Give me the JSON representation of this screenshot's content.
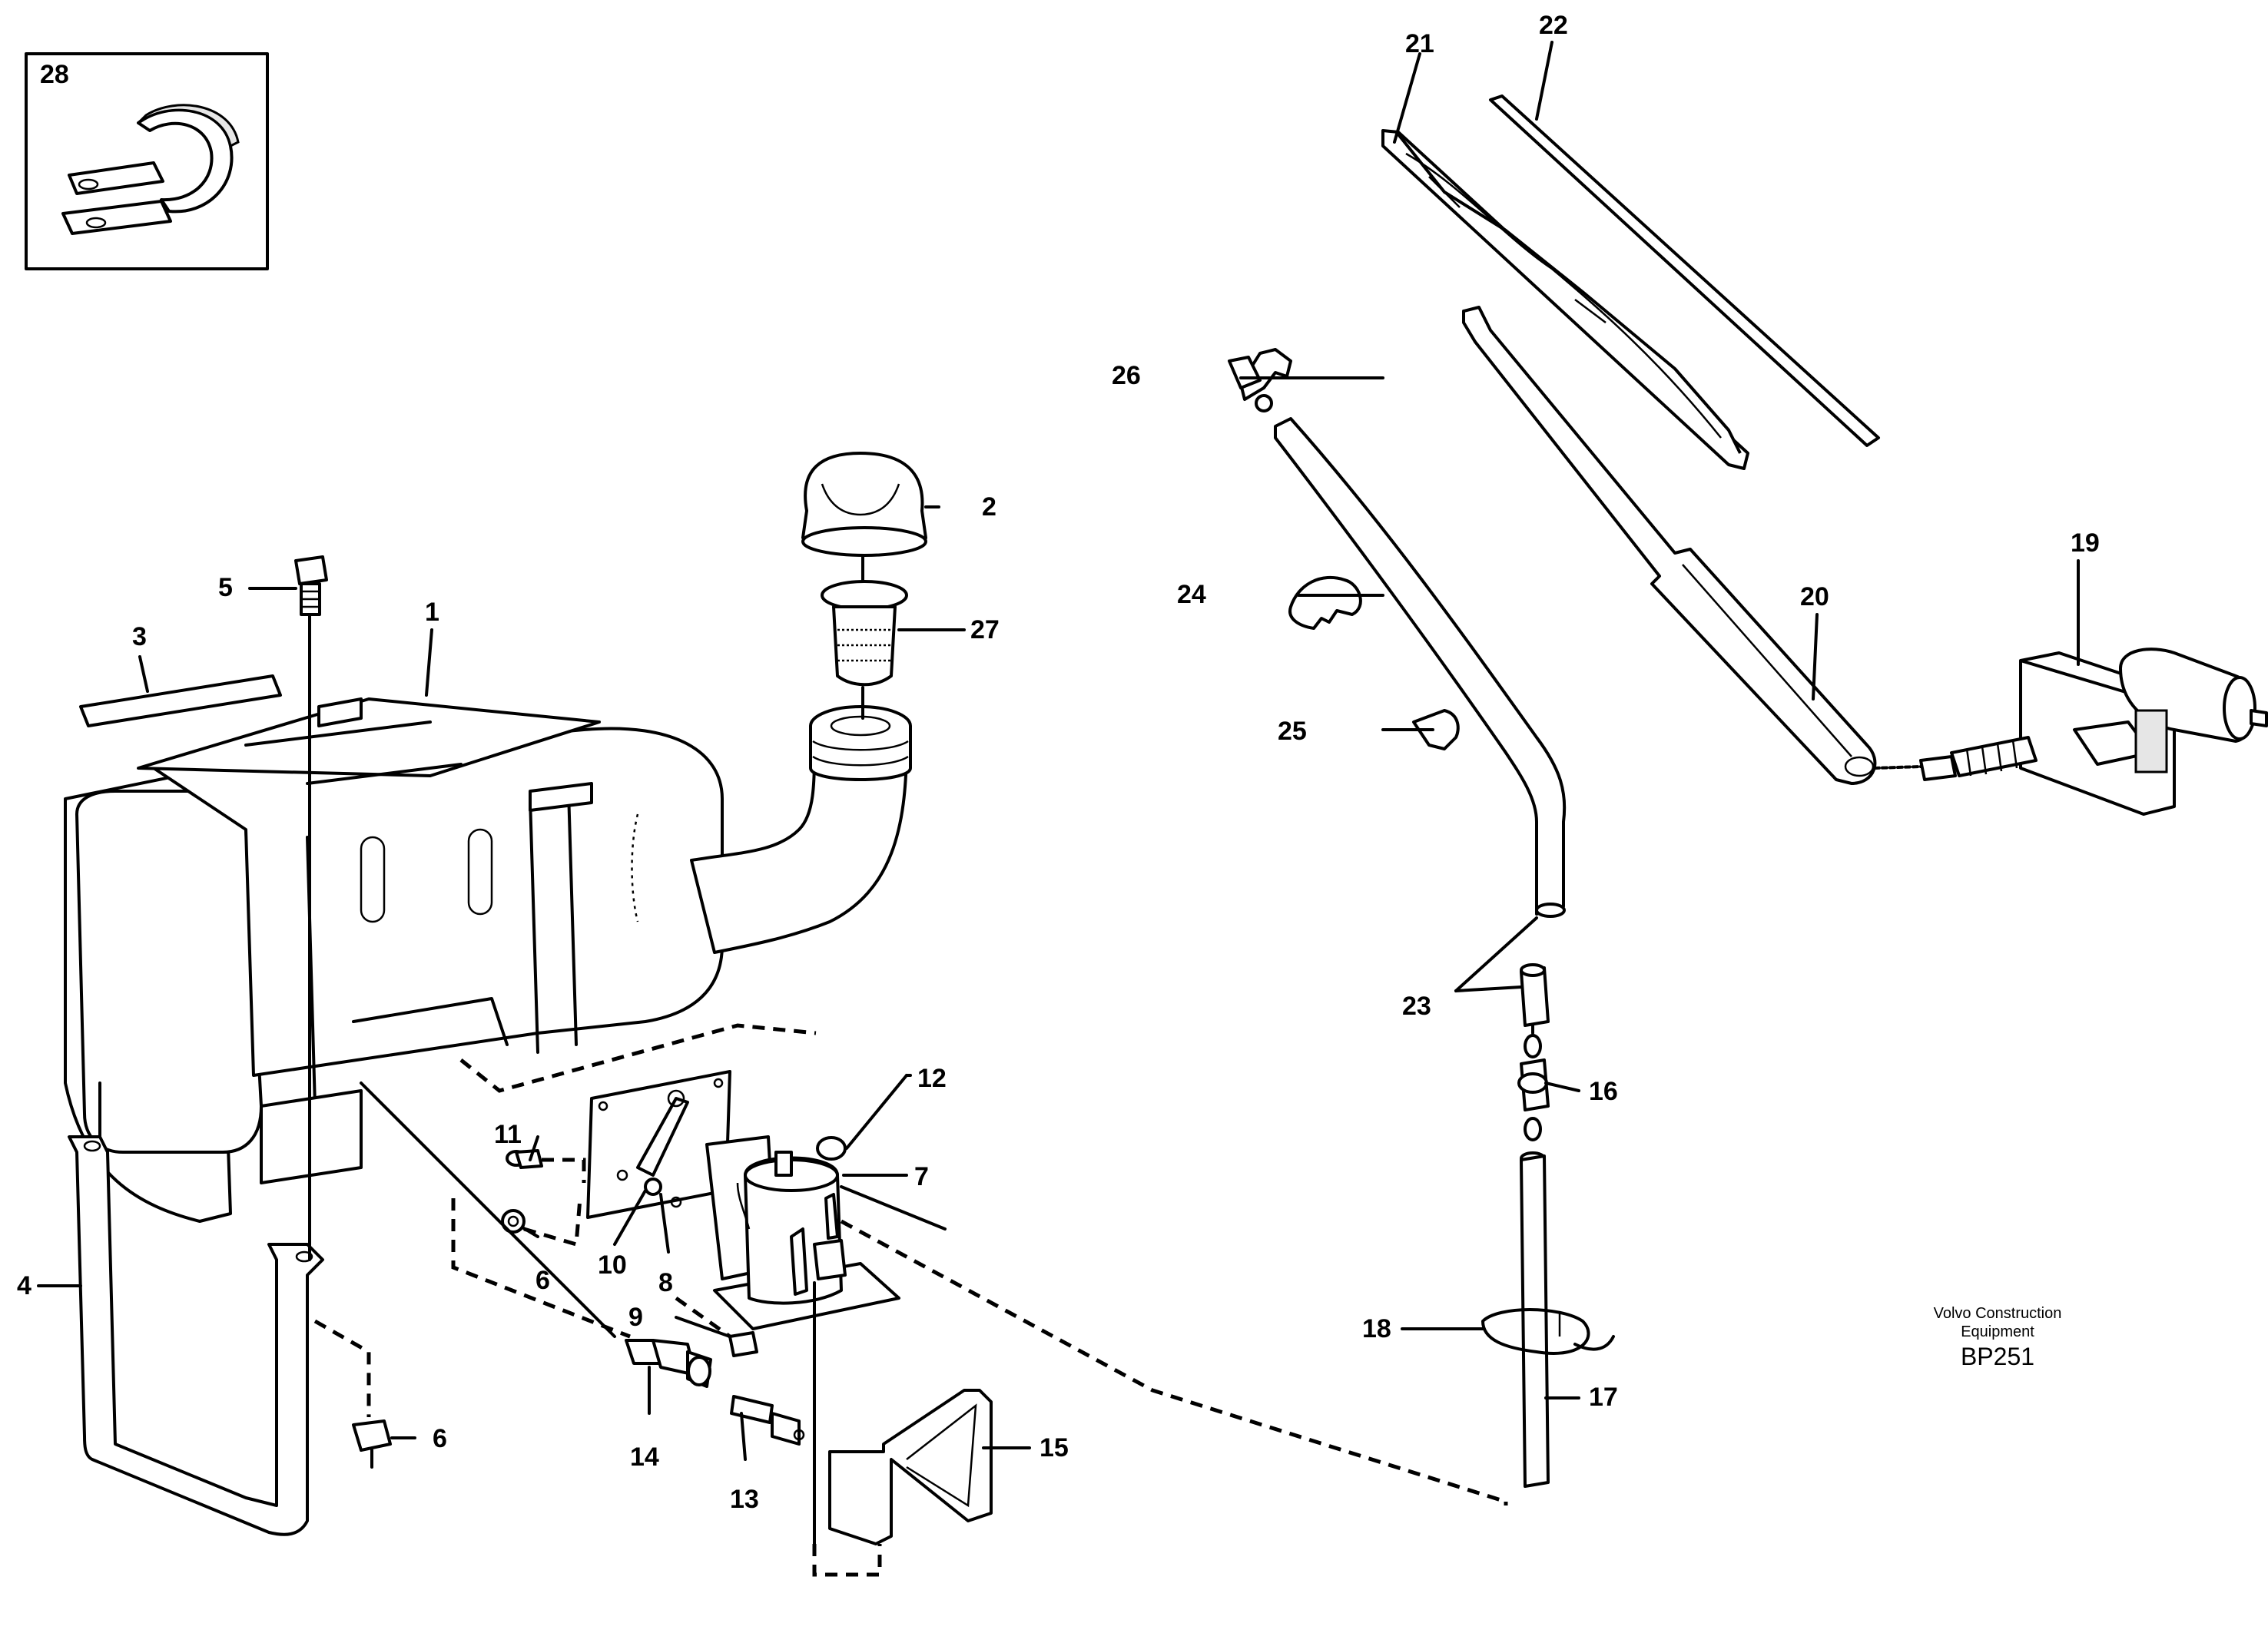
{
  "callouts": {
    "c1": "1",
    "c2": "2",
    "c3": "3",
    "c4": "4",
    "c5": "5",
    "c6a": "6",
    "c6b": "6",
    "c7": "7",
    "c8": "8",
    "c9": "9",
    "c10": "10",
    "c11": "11",
    "c12": "12",
    "c13": "13",
    "c14": "14",
    "c15": "15",
    "c16": "16",
    "c17": "17",
    "c18": "18",
    "c19": "19",
    "c20": "20",
    "c21": "21",
    "c22": "22",
    "c23": "23",
    "c24": "24",
    "c25": "25",
    "c26": "26",
    "c27": "27",
    "c28": "28"
  },
  "brand": {
    "line1": "Volvo Construction",
    "line2": "Equipment",
    "code": "BP251"
  }
}
